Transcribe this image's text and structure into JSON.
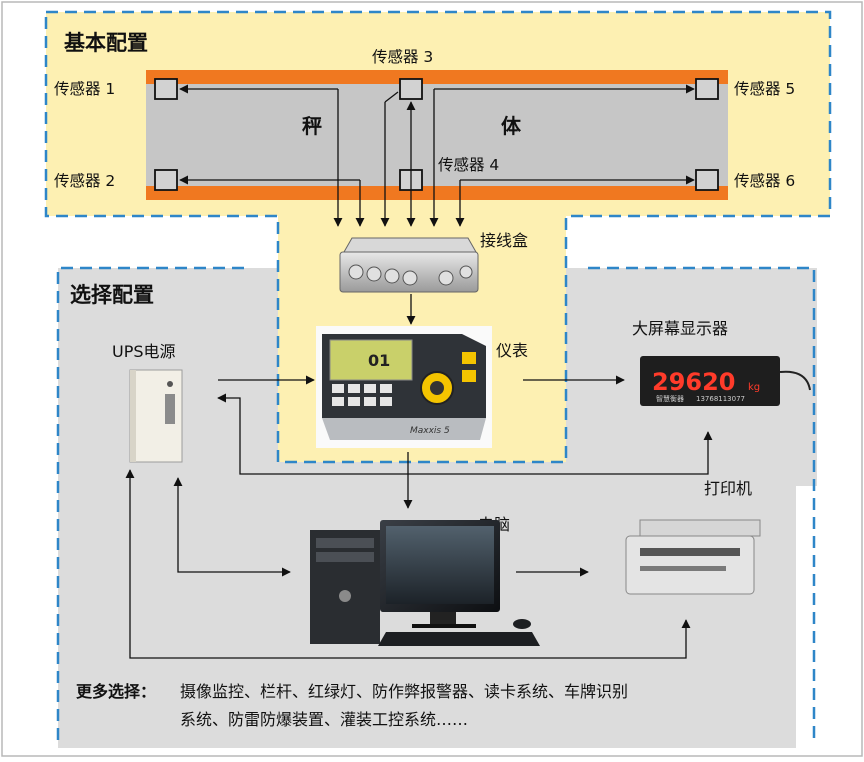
{
  "sections": {
    "basic": "基本配置",
    "optional": "选择配置"
  },
  "scale_body": {
    "left_char": "秤",
    "right_char": "体"
  },
  "sensors": [
    "传感器 1",
    "传感器 2",
    "传感器 3",
    "传感器 4",
    "传感器 5",
    "传感器 6"
  ],
  "devices": {
    "junction_box": "接线盒",
    "indicator": "仪表",
    "indicator_brand": "Maxxis 5",
    "indicator_reading": "01",
    "ups": "UPS电源",
    "display": "大屏幕显示器",
    "display_value": "29620",
    "display_unit": "kg",
    "display_company": "智慧衡器",
    "display_phone": "13768113077",
    "printer": "打印机",
    "computer": "电脑"
  },
  "more": {
    "label": "更多选择：",
    "line1": "摄像监控、栏杆、红绿灯、防作弊报警器、读卡系统、车牌识别",
    "line2": "系统、防雷防爆装置、灌装工控系统……"
  },
  "colors": {
    "yellow_zone": "#fdf0b2",
    "gray_zone": "#dcdcdc",
    "dashed_border": "#2e86c8",
    "scale_stripe": "#f07820",
    "scale_body": "#c6c6c6",
    "led_red": "#ff3b2a"
  }
}
